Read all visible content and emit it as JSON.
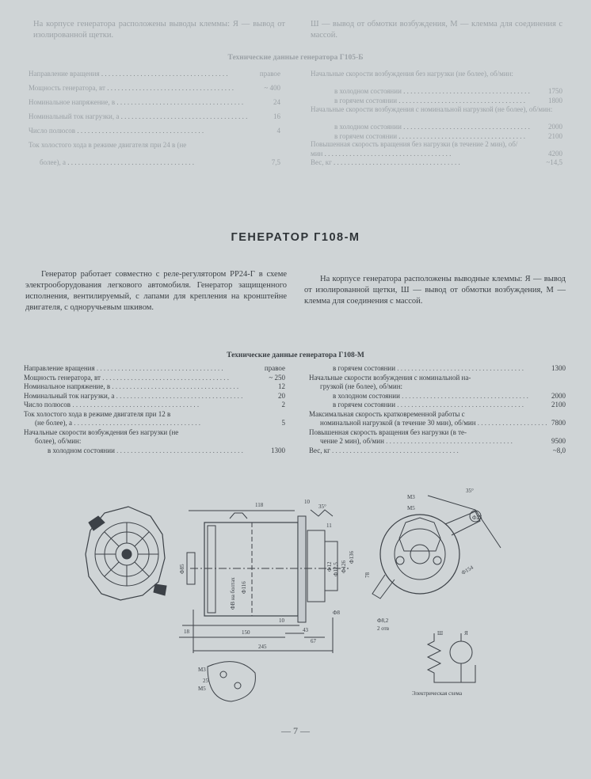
{
  "top": {
    "left_text": "На корпусе генератора расположены выводы клеммы: Я — вывод от изолированной щетки.",
    "right_text": "Ш — вывод от обмотки возбуждения, М — клемма для соединения с массой.",
    "subhead": "Технические данные генератора Г105-Б",
    "left_rows": [
      {
        "label": "Направление вращения",
        "value": "правое"
      },
      {
        "label": "Мощность генератора, вт",
        "value": "~ 400"
      },
      {
        "label": "Номинальное напряжение, в",
        "value": "24"
      },
      {
        "label": "Номинальный ток нагрузки, а",
        "value": "16"
      },
      {
        "label": "Число полюсов",
        "value": "4"
      },
      {
        "label": "Ток холостого хода в режиме двигателя при 24 в (не",
        "value": ""
      },
      {
        "label": "более), а",
        "value": "7,5"
      }
    ],
    "right_rows": [
      {
        "label": "Начальные скорости возбуждения без нагрузки (не более), об/мин:",
        "value": ""
      },
      {
        "label": "в холодном состоянии",
        "value": "1750"
      },
      {
        "label": "в горячем состоянии",
        "value": "1800"
      },
      {
        "label": "Начальные скорости возбуждения с номинальной нагрузкой (не более), об/мин:",
        "value": ""
      },
      {
        "label": "в холодном состоянии",
        "value": "2000"
      },
      {
        "label": "в горячем состоянии",
        "value": "2100"
      },
      {
        "label": "Повышенная скорость вращения без нагрузки (в течение 2 мин), об/мин",
        "value": "4200"
      },
      {
        "label": "Вес, кг",
        "value": "~14,5"
      }
    ]
  },
  "section": {
    "title": "ГЕНЕРАТОР Г108-М",
    "left_para": "Генератор работает совместно с реле-регулятором РР24-Г в схеме электрооборудования легкового автомобиля. Генератор защищенного исполнения, вентилируемый, с лапами для крепления на кронштейне двигателя, с одноручьевым шкивом.",
    "right_para": "На корпусе генератора расположены выводные клеммы: Я — вывод от изолированной щетки, Ш — вывод от обмотки возбуждения, М — клемма для соединения с массой.",
    "subhead": "Технические данные генератора Г108-М",
    "left_rows": [
      {
        "label": "Направление вращения",
        "value": "правое"
      },
      {
        "label": "Мощность генератора, вт",
        "value": "~ 250"
      },
      {
        "label": "Номинальное напряжение, в",
        "value": "12"
      },
      {
        "label": "Номинальный ток нагрузки, а",
        "value": "20"
      },
      {
        "label": "Число полюсов",
        "value": "2"
      },
      {
        "label": "Ток холостого хода в режиме двигателя при 12 в",
        "value": ""
      },
      {
        "label": "(не более), а",
        "value": "5"
      },
      {
        "label": "Начальные скорости возбуждения без нагрузки (не",
        "value": ""
      },
      {
        "label": "более), об/мин:",
        "value": ""
      },
      {
        "label": "в холодном состоянии",
        "value": "1300"
      }
    ],
    "right_rows": [
      {
        "label": "в горячем состоянии",
        "value": "1300"
      },
      {
        "label": "Начальные скорости возбуждения с номинальной на-",
        "value": ""
      },
      {
        "label": "грузкой (не более), об/мин:",
        "value": ""
      },
      {
        "label": "в холодном состоянии",
        "value": "2000"
      },
      {
        "label": "в горячем состоянии",
        "value": "2100"
      },
      {
        "label": "Максимальная скорость кратковременной работы с",
        "value": ""
      },
      {
        "label": "номинальной нагрузкой (в течение 30 мин), об/мин",
        "value": "7800"
      },
      {
        "label": "Повышенная скорость вращения без нагрузки (в те-",
        "value": ""
      },
      {
        "label": "чение 2 мин), об/мин",
        "value": "9500"
      },
      {
        "label": "Вес, кг",
        "value": "~8,0"
      }
    ]
  },
  "drawing": {
    "dims": [
      "118",
      "10",
      "35°",
      "Ф85",
      "Ф116",
      "Ф12",
      "Ф12,5",
      "Ф126",
      "Ф136",
      "Ф8",
      "78",
      "11",
      "10",
      "43",
      "150",
      "67",
      "245",
      "18",
      "М3",
      "М5",
      "Ф25",
      "Ф154",
      "Ф8,2",
      "2 отв"
    ],
    "winding_label": "ФВ на болтах",
    "terminals": [
      "Ш",
      "Я",
      "М3",
      "М5",
      "25"
    ],
    "schema_label": "Электрическая схема"
  },
  "page_number": "— 7 —"
}
